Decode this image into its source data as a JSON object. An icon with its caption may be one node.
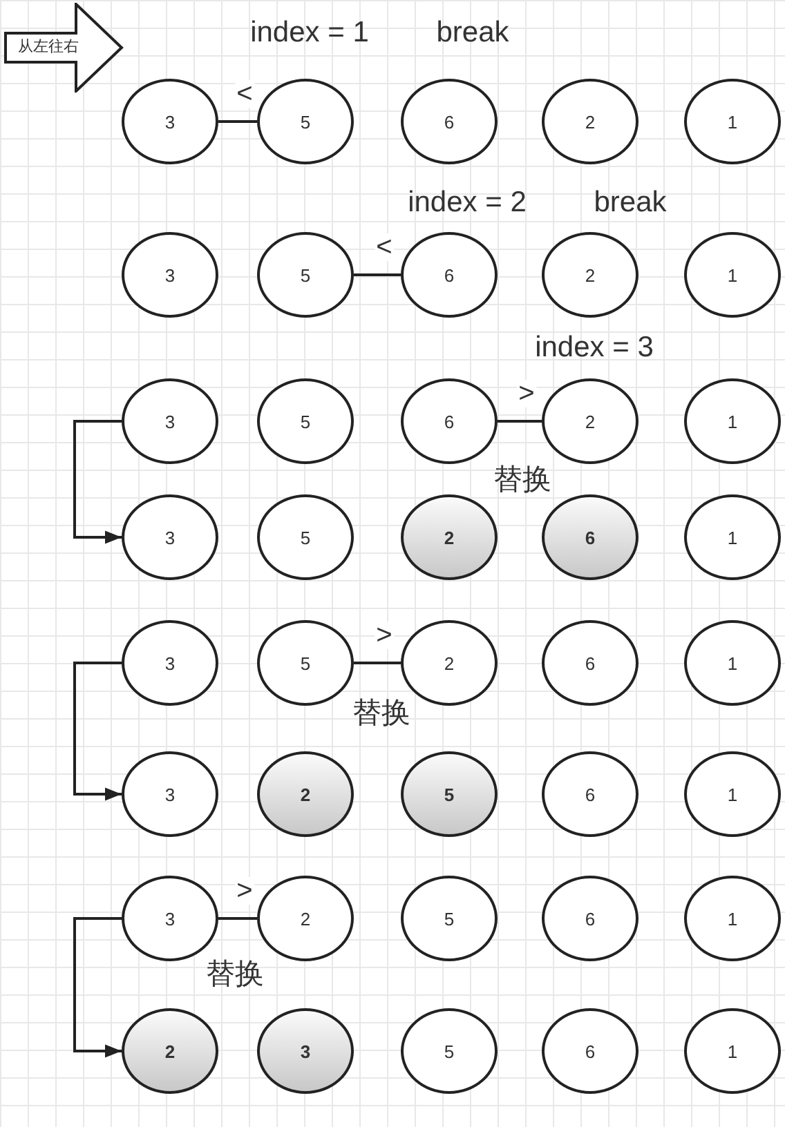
{
  "diagram": {
    "nodes": [
      {
        "text": [
          "从左往右"
        ]
      },
      {
        "text": [
          "3"
        ]
      },
      {
        "text": [
          "5"
        ]
      },
      {
        "text": [
          "6"
        ]
      },
      {
        "text": [
          "2"
        ]
      },
      {
        "text": [
          "1"
        ]
      },
      {
        "text": [
          "3"
        ]
      },
      {
        "text": [
          "5"
        ]
      },
      {
        "text": [
          "6"
        ]
      },
      {
        "text": [
          "2"
        ]
      },
      {
        "text": [
          "1"
        ]
      },
      {
        "text": [
          "3"
        ]
      },
      {
        "text": [
          "5"
        ]
      },
      {
        "text": [
          "6"
        ]
      },
      {
        "text": [
          "2"
        ]
      },
      {
        "text": [
          "1"
        ]
      },
      {
        "text": [
          "3"
        ]
      },
      {
        "text": [
          "5"
        ]
      },
      {
        "text": [
          "2"
        ]
      },
      {
        "text": [
          "6"
        ]
      },
      {
        "text": [
          "1"
        ]
      },
      {
        "text": [
          "3"
        ]
      },
      {
        "text": [
          "5"
        ]
      },
      {
        "text": [
          "2"
        ]
      },
      {
        "text": [
          "6"
        ]
      },
      {
        "text": [
          "1"
        ]
      },
      {
        "text": [
          "3"
        ]
      },
      {
        "text": [
          "2"
        ]
      },
      {
        "text": [
          "5"
        ]
      },
      {
        "text": [
          "6"
        ]
      },
      {
        "text": [
          "1"
        ]
      },
      {
        "text": [
          "3"
        ]
      },
      {
        "text": [
          "2"
        ]
      },
      {
        "text": [
          "5"
        ]
      },
      {
        "text": [
          "6"
        ]
      },
      {
        "text": [
          "1"
        ]
      },
      {
        "text": [
          "2"
        ]
      },
      {
        "text": [
          "3"
        ]
      },
      {
        "text": [
          "5"
        ]
      },
      {
        "text": [
          "6"
        ]
      },
      {
        "text": [
          "1"
        ]
      }
    ],
    "edges": [
      {
        "from": 1,
        "to": 2,
        "arrow": "none",
        "label": "<"
      },
      {
        "from": 7,
        "to": 8,
        "arrow": "none",
        "label": "<"
      },
      {
        "from": 13,
        "to": 14,
        "arrow": "none",
        "label": ">"
      },
      {
        "from": 11,
        "to": 16,
        "arrow": "to"
      },
      {
        "from": 22,
        "to": 23,
        "arrow": "none",
        "label": ">"
      },
      {
        "from": 21,
        "to": 26,
        "arrow": "to"
      },
      {
        "from": 31,
        "to": 32,
        "arrow": "none",
        "label": ">"
      },
      {
        "from": 31,
        "to": 36,
        "arrow": "to"
      }
    ],
    "labels": [
      "index = 1",
      "break",
      "index = 2",
      "break",
      "index = 3",
      "替换",
      "替换",
      "替换"
    ]
  }
}
